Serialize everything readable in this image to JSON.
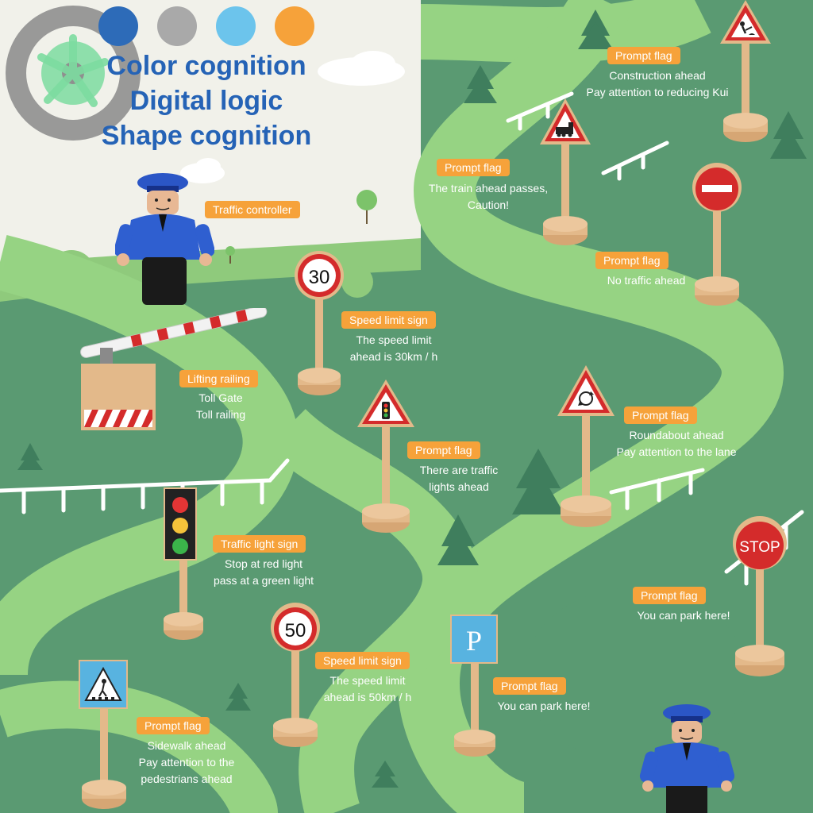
{
  "header": {
    "titles": [
      "Color cognition",
      "Digital logic",
      "Shape cognition"
    ],
    "color_dots": [
      "#2d6bb8",
      "#a9a9a9",
      "#6cc4ec",
      "#f6a23a"
    ]
  },
  "colors": {
    "accent_orange": "#f6a23a",
    "background_green": "#5a9a72",
    "road_green": "#96d383",
    "wood": "#e3b98a",
    "sign_red": "#d42b2b",
    "title_blue": "#2563b6"
  },
  "labels": {
    "traffic_controller": {
      "pill": "Traffic controller"
    },
    "speed30": {
      "pill": "Speed limit sign",
      "lines": [
        "The speed limit",
        "ahead is 30km / h"
      ]
    },
    "lifting": {
      "pill": "Lifting railing",
      "lines": [
        "Toll Gate",
        "Toll railing"
      ]
    },
    "traffic_lights_tri": {
      "pill": "Prompt flag",
      "lines": [
        "There are traffic",
        "lights ahead"
      ]
    },
    "traffic_light": {
      "pill": "Traffic light sign",
      "lines": [
        "Stop at red light",
        "pass at a green light"
      ]
    },
    "speed50": {
      "pill": "Speed limit sign",
      "lines": [
        "The speed limit",
        "ahead is 50km / h"
      ]
    },
    "sidewalk": {
      "pill": "Prompt flag",
      "lines": [
        "Sidewalk ahead",
        "Pay attention to the",
        "pedestrians ahead"
      ]
    },
    "parking_mid": {
      "pill": "Prompt flag",
      "lines": [
        "You can park here!"
      ]
    },
    "construction": {
      "pill": "Prompt flag",
      "lines": [
        "Construction ahead",
        "Pay attention to reducing Kui"
      ]
    },
    "train": {
      "pill": "Prompt flag",
      "lines": [
        "The train ahead passes,",
        "Caution!"
      ]
    },
    "no_traffic": {
      "pill": "Prompt flag",
      "lines": [
        "No traffic ahead"
      ]
    },
    "roundabout": {
      "pill": "Prompt flag",
      "lines": [
        "Roundabout ahead",
        "Pay attention to the lane"
      ]
    },
    "stop_park": {
      "pill": "Prompt flag",
      "lines": [
        "You can park here!"
      ]
    }
  },
  "signs": {
    "speed30_text": "30",
    "speed50_text": "50",
    "parking_text": "P",
    "stop_text": "STOP"
  }
}
